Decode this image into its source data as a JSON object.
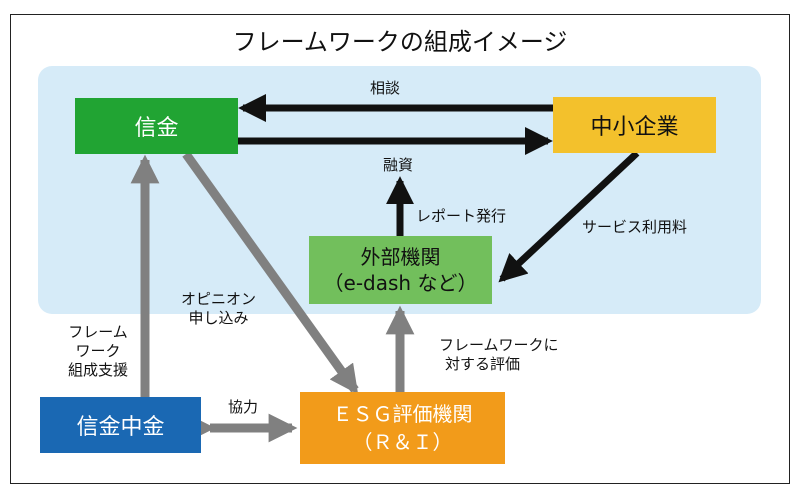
{
  "title": "フレームワークの組成イメージ",
  "nodes": {
    "shinkin": "信金",
    "sme": "中小企業",
    "external": {
      "line1": "外部機関",
      "line2": "（e-dash など）"
    },
    "shinkin_chukin": "信金中金",
    "esg": {
      "line1": "ＥＳＧ評価機関",
      "line2": "（Ｒ＆Ｉ）"
    }
  },
  "edges": {
    "consultation": "相談",
    "financing": "融資",
    "report_issue": "レポート発行",
    "service_fee": "サービス利用料",
    "opinion_request": {
      "line1": "オピニオン",
      "line2": "申し込み"
    },
    "framework_support": {
      "line1": "フレーム",
      "line2": "ワーク",
      "line3": "組成支援"
    },
    "cooperation": "協力",
    "framework_eval": {
      "line1": "フレームワークに",
      "line2": "対する評価"
    }
  },
  "colors": {
    "panel_bg": "#d6ebf8",
    "shinkin": "#21a433",
    "sme": "#f3c12c",
    "external": "#72bf5c",
    "shinkin_chukin": "#1a68b3",
    "esg": "#f29b1a",
    "arrow_dark": "#111111",
    "arrow_gray": "#808080"
  }
}
